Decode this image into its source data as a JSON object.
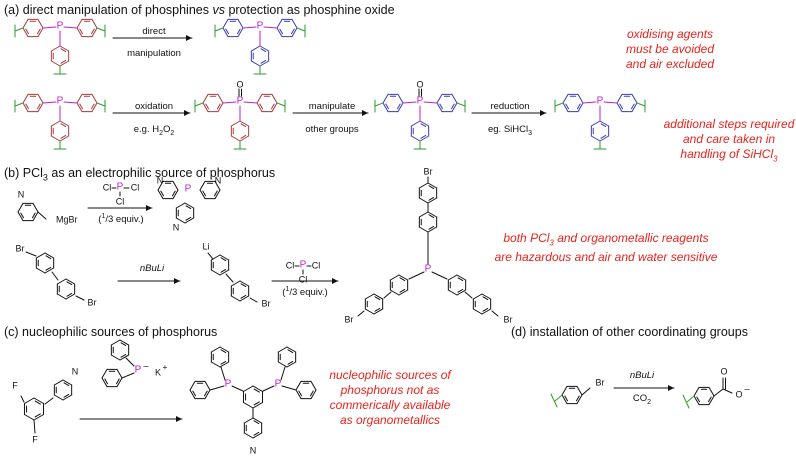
{
  "colors": {
    "red": "#a63a3a",
    "blue": "#3a3ab8",
    "magenta": "#c020c8",
    "green": "#2e9b2e",
    "note": "#e8231c",
    "black": "#111111"
  },
  "sections": {
    "a": {
      "title_pre": "(a) direct manipulation of phosphines ",
      "title_vs": "vs",
      "title_post": " protection as phosphine oxide"
    },
    "b": {
      "title_pre": "(b) PCl",
      "title_sub": "3",
      "title_post": " as an electrophilic source of phosphorus"
    },
    "c": {
      "title": "(c) nucleophilic sources of phosphorus"
    },
    "d": {
      "title": "(d) installation of other coordinating groups"
    }
  },
  "notes": {
    "oxidising": [
      "oxidising agents",
      "must be avoided",
      "and air excluded"
    ],
    "additional": [
      "additional steps required",
      "and care taken in",
      "handling of SiHCl"
    ],
    "additional_sub": "3",
    "hazardous": [
      "both PCl",
      " and organometallic reagents",
      "are hazardous and air and water sensitive"
    ],
    "hazardous_sub": "3",
    "nucleophilic": [
      "nucleophilic sources of",
      "phosphorus not as",
      "commerically available",
      "as organometallics"
    ]
  },
  "arrows": {
    "direct_top": "direct",
    "direct_bottom": "manipulation",
    "oxidation_top": "oxidation",
    "oxidation_bottom_pre": "e.g. H",
    "oxidation_bottom_sub1": "2",
    "oxidation_bottom_mid": "O",
    "oxidation_bottom_sub2": "2",
    "manipulate_top": "manipulate",
    "manipulate_bottom": "other groups",
    "reduction_top": "reduction",
    "reduction_bottom_pre": "eg. SiHCl",
    "reduction_bottom_sub": "3",
    "grignard_bottom_pre": "(",
    "grignard_bottom_sup": "1",
    "grignard_bottom_post": "/3 equiv.)",
    "nbuli_1": "nBuLi",
    "pcl3_bottom_pre": "(",
    "pcl3_bottom_sup": "1",
    "pcl3_bottom_post": "/3 equiv.)",
    "nbuli_d": "nBuLi",
    "co2_pre": "CO",
    "co2_sub": "2"
  },
  "atoms": {
    "P": "P",
    "O": "O",
    "N": "N",
    "Br": "Br",
    "Li": "Li",
    "Cl": "Cl",
    "F": "F",
    "MgBr": "MgBr",
    "K_plus": "K",
    "plus": "+",
    "minus": "–"
  }
}
